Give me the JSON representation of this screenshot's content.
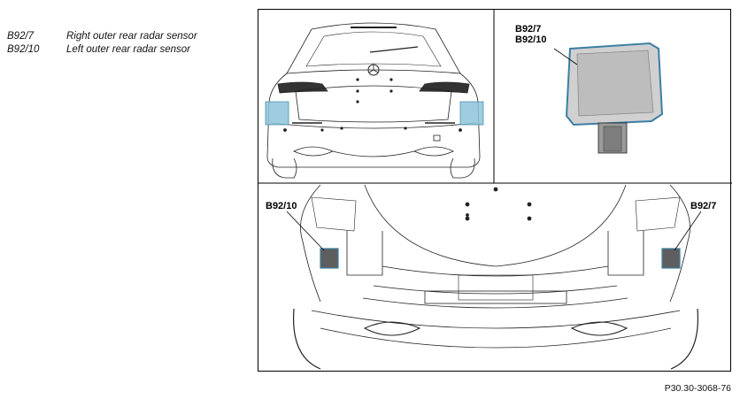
{
  "legend": {
    "items": [
      {
        "code": "B92/7",
        "description": "Right outer rear radar sensor"
      },
      {
        "code": "B92/10",
        "description": "Left outer rear radar sensor"
      }
    ]
  },
  "figure": {
    "callouts": {
      "sensor_detail_line1": "B92/7",
      "sensor_detail_line2": "B92/10",
      "lower_left": "B92/10",
      "lower_right": "B92/7"
    },
    "highlight_color": "#8ec4d9",
    "sensor_color": "#5e5e5e"
  },
  "reference_code": "P30.30-3068-76"
}
